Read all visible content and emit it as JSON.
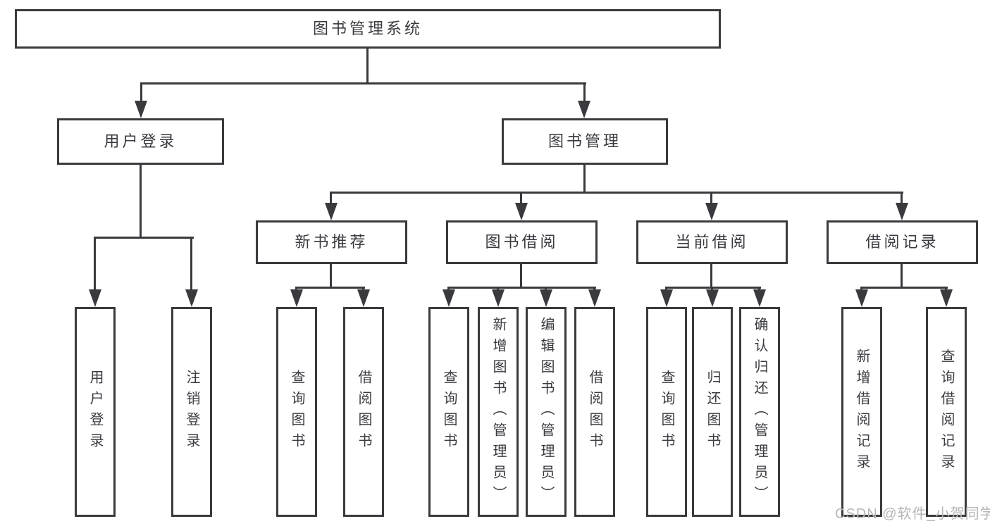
{
  "diagram": {
    "title": "图书管理系统",
    "level2": {
      "user_login": "用户登录",
      "book_management": "图书管理"
    },
    "level3": {
      "new_book_recommend": "新书推荐",
      "book_borrow": "图书借阅",
      "current_borrow": "当前借阅",
      "borrow_records": "借阅记录"
    },
    "level4": {
      "user_login": "用户登录",
      "logout": "注销登录",
      "recommend_query_books": "查询图书",
      "recommend_borrow_books": "借阅图书",
      "borrow_query_books": "查询图书",
      "add_book_admin": "新增图书（管理员）",
      "edit_book_admin": "编辑图书（管理员）",
      "borrow_borrow_books": "借阅图书",
      "current_query_books": "查询图书",
      "return_books": "归还图书",
      "confirm_return_admin": "确认归还（管理员）",
      "add_borrow_record": "新增借阅记录",
      "query_borrow_record": "查询借阅记录"
    },
    "watermark": "CSDN @软件_小贺同学",
    "colors": {
      "line": "#3a3a3e",
      "text": "#3a3b40",
      "box_background": "#ffffff",
      "watermark": "#b6b6b8"
    }
  }
}
